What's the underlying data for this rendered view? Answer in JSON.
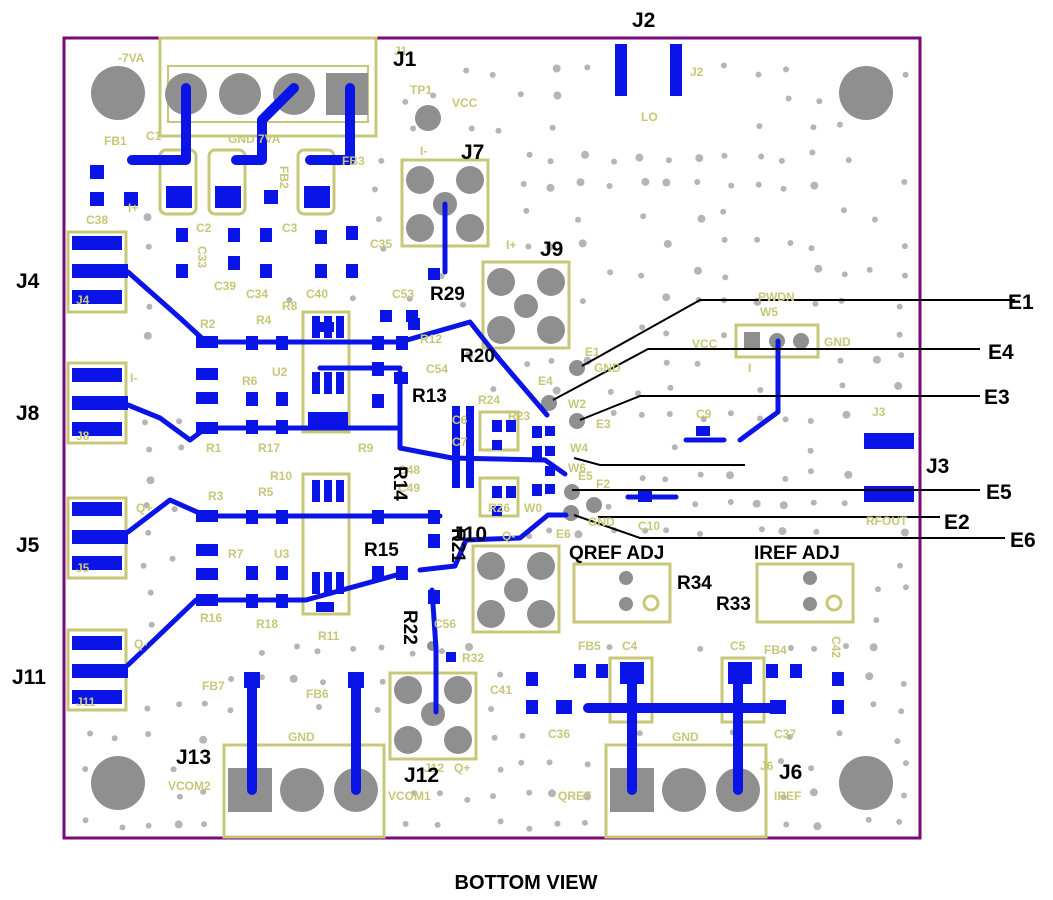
{
  "title": "BOTTOM VIEW",
  "colors": {
    "board_outline": "#7a0a7a",
    "copper": "#0a14e6",
    "silkscreen": "#c7c77a",
    "hole": "#8f8f8f"
  },
  "connector_labels": [
    "J1",
    "J2",
    "J3",
    "J4",
    "J5",
    "J6",
    "J7",
    "J8",
    "J9",
    "J10",
    "J11",
    "J12",
    "J13"
  ],
  "test_point_labels": [
    "E1",
    "E4",
    "E3",
    "E5",
    "E2",
    "E6"
  ],
  "overlay_labels": [
    "R29",
    "R20",
    "R13",
    "R14",
    "R15",
    "R21",
    "R22",
    "R34",
    "R33"
  ],
  "pot_labels": [
    "QREF ADJ",
    "IREF ADJ"
  ],
  "silk_labels": [
    "-7VA",
    "J1",
    "TP1",
    "VCC",
    "J2",
    "LO",
    "FB1",
    "C1",
    "GND",
    "7VA",
    "FB3",
    "FB2",
    "I-",
    "C38",
    "I+",
    "C2",
    "C3",
    "C35",
    "I+",
    "C33",
    "C39",
    "C34",
    "C40",
    "C53",
    "J4",
    "R8",
    "R2",
    "R4",
    "R12",
    "U2",
    "R6",
    "C54",
    "I-",
    "J8",
    "R1",
    "R17",
    "R9",
    "R24",
    "R23",
    "C6",
    "C7",
    "W2",
    "W4",
    "W6",
    "W5",
    "PWDN",
    "VCC",
    "GND",
    "I",
    "E1",
    "GND",
    "E4",
    "E3",
    "C9",
    "J3",
    "C48",
    "C49",
    "R10",
    "R3",
    "R5",
    "Q+",
    "E5",
    "F2",
    "W0",
    "R26",
    "Q-",
    "E6",
    "GND",
    "C10",
    "RFOUT",
    "J5",
    "R7",
    "U3",
    "R16",
    "R18",
    "R11",
    "C56",
    "Q-",
    "J11",
    "R32",
    "FB5",
    "C4",
    "C5",
    "FB4",
    "C42",
    "C41",
    "C36",
    "C37",
    "FB7",
    "FB6",
    "GND",
    "GND",
    "J12",
    "Q+",
    "VCOM2",
    "VCOM1",
    "QREF",
    "IREF",
    "J6"
  ]
}
